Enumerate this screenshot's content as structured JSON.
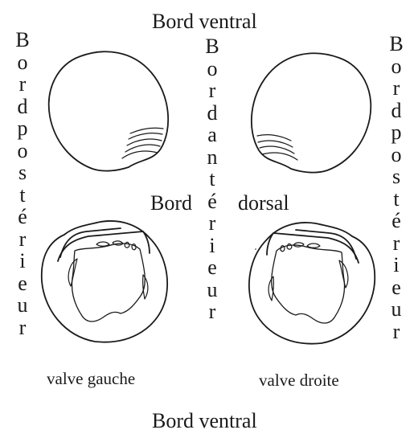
{
  "labels": {
    "top_ventral": "Bord ventral",
    "bottom_ventral": "Bord ventral",
    "dorsal_left": "Bord",
    "dorsal_right": "dorsal",
    "posterior_left": "Bord postérieur",
    "posterior_right": "Bord postérieur",
    "anterior": "Bord antérieur",
    "valve_left": "valve gauche",
    "valve_right": "valve droite"
  }
}
